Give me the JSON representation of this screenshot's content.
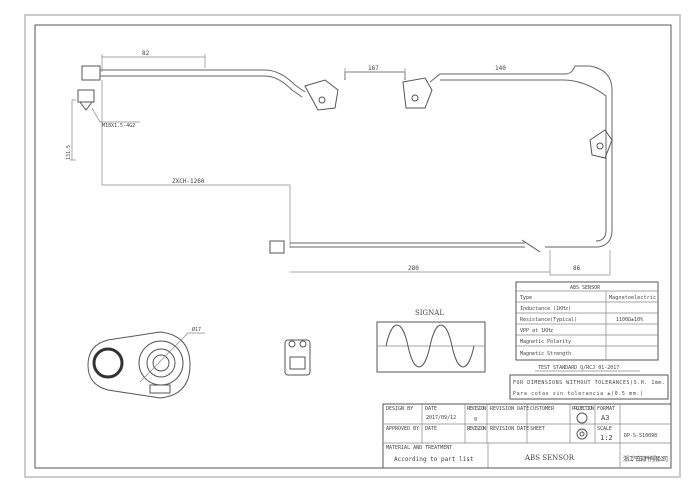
{
  "drawing": {
    "dimensions": {
      "d1": "82",
      "d2": "167",
      "d3": "140",
      "d4": "280",
      "d5": "86",
      "total": "ZXCH-1260",
      "vertical": "131.5",
      "connector_label": "M18X1.5-4G2",
      "diameter": "Ø17"
    },
    "signal_label": "SIGNAL",
    "spec_table": {
      "title": "ABS SENSOR",
      "rows": [
        {
          "label": "Type",
          "value": "Magnetoelectric"
        },
        {
          "label": "Inductance (1KHz)",
          "value": ""
        },
        {
          "label": "Resistance(Typical)",
          "value": "1100Ω±10%"
        },
        {
          "label": "VPP at 1KHz",
          "value": ""
        },
        {
          "label": "Magnetic Polarity",
          "value": ""
        },
        {
          "label": "Magnetic Strength",
          "value": ""
        }
      ],
      "standard": "TEST STANDARD Q/RCJ 01-2017"
    },
    "tolerance_note": {
      "line1": "FOR DIMENSIONS WITHOUT TOLERANCES(S.H. 1mm.",
      "line2": "Para cotas sin tolerancia ±(0.5 mm.)"
    },
    "title_block": {
      "design_by": "DESIGN BY",
      "date": "DATE",
      "date_value": "2017/09/12",
      "revision": "REVISION",
      "revision_value": "0",
      "revision_date": "REVISION DATE",
      "customer": "CUSTOMER",
      "projection": "PROJECTION",
      "format": "FORMAT",
      "format_value": "A3",
      "approved_by": "APPROVED BY",
      "date2": "DATE",
      "revision2": "REVISION",
      "revision_date2": "REVISION DATE",
      "sheet": "SHEET",
      "scale": "SCALE",
      "scale_value": "1:2",
      "part_number": "DP-S-510098",
      "material": "MATERIAL AND TREATMENT",
      "material_value": "According to part list",
      "name": "ABS SENSOR",
      "company": "浙江汽车部件有限公司"
    }
  }
}
